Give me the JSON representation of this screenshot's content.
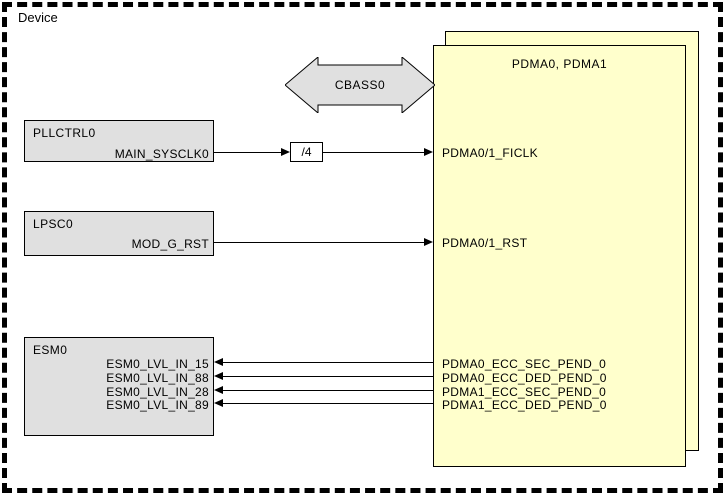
{
  "device": {
    "label": "Device"
  },
  "cbass": {
    "label": "CBASS0"
  },
  "pllctrl0": {
    "title": "PLLCTRL0",
    "signal": "MAIN_SYSCLK0"
  },
  "divider": {
    "label": "/4"
  },
  "lpsc0": {
    "title": "LPSC0",
    "signal": "MOD_G_RST"
  },
  "esm0": {
    "title": "ESM0",
    "signals": [
      "ESM0_LVL_IN_15",
      "ESM0_LVL_IN_88",
      "ESM0_LVL_IN_28",
      "ESM0_LVL_IN_89"
    ]
  },
  "pdma": {
    "title": "PDMA0, PDMA1",
    "signals_in": [
      "PDMA0/1_FICLK",
      "PDMA0/1_RST"
    ],
    "signals_out": [
      "PDMA0_ECC_SEC_PEND_0",
      "PDMA0_ECC_DED_PEND_0",
      "PDMA1_ECC_SEC_PEND_0",
      "PDMA1_ECC_DED_PEND_0"
    ]
  },
  "colors": {
    "module_box_fill": "#e0e0e0",
    "pdma_box_fill": "#ffffcc",
    "line": "#000000",
    "background": "#ffffff"
  }
}
